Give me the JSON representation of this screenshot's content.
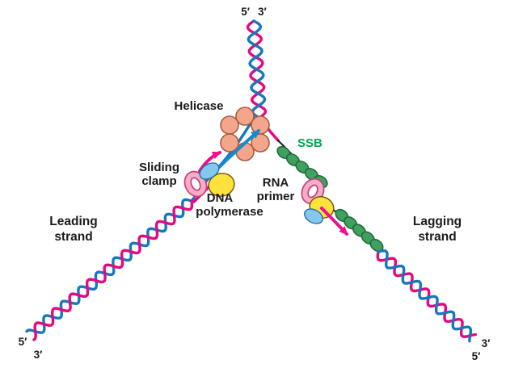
{
  "diagram": {
    "labels": {
      "top_parental_5": "5′",
      "top_parental_3": "3′",
      "helicase": "Helicase",
      "ssb": "SSB",
      "sliding_clamp": [
        "Sliding",
        "clamp"
      ],
      "dna_polymerase": [
        "DNA",
        "polymerase"
      ],
      "rna_primer": [
        "RNA",
        "primer"
      ],
      "leading_strand": [
        "Leading",
        "strand"
      ],
      "lagging_strand": [
        "Lagging",
        "strand"
      ],
      "leading_end_5": "5′",
      "leading_end_3": "3′",
      "lagging_end_3": "3′",
      "lagging_end_5": "5′"
    },
    "colors": {
      "strand_pink": "#e6087e",
      "strand_blue": "#1578be",
      "template_dark": "#1a1a1a",
      "helicase_fill": "#f3a68c",
      "helicase_stroke": "#a85a3f",
      "ssb_fill": "#3fa060",
      "ssb_stroke": "#1d6b38",
      "ssb_label": "#00a651",
      "polymerase_yellow_fill": "#ffe23d",
      "polymerase_yellow_stroke": "#6b5500",
      "polymerase_blue_fill": "#85c8ed",
      "polymerase_blue_stroke": "#1f6fae",
      "clamp_fill": "#f5aec6",
      "clamp_stroke": "#cc3f7f",
      "arrow_blue": "#1789cf",
      "arrow_pink": "#ec108f",
      "label_text": "#1a1a1a"
    }
  }
}
